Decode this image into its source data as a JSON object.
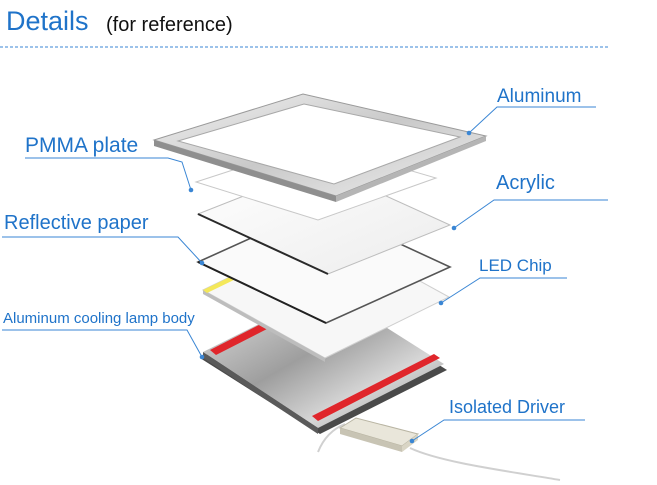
{
  "header": {
    "title": "Details",
    "subtitle": "(for reference)"
  },
  "labels": {
    "aluminum": "Aluminum",
    "pmma_plate": "PMMA plate",
    "acrylic": "Acrylic",
    "reflective_paper": "Reflective paper",
    "led_chip": "LED Chip",
    "aluminum_cooling_lamp_body": "Aluminum cooling lamp body",
    "isolated_driver": "Isolated Driver"
  },
  "colors": {
    "title": "#1f73c9",
    "label": "#1f73c9",
    "leader_line": "#3a86d4",
    "led_strip": "#e0262b"
  }
}
